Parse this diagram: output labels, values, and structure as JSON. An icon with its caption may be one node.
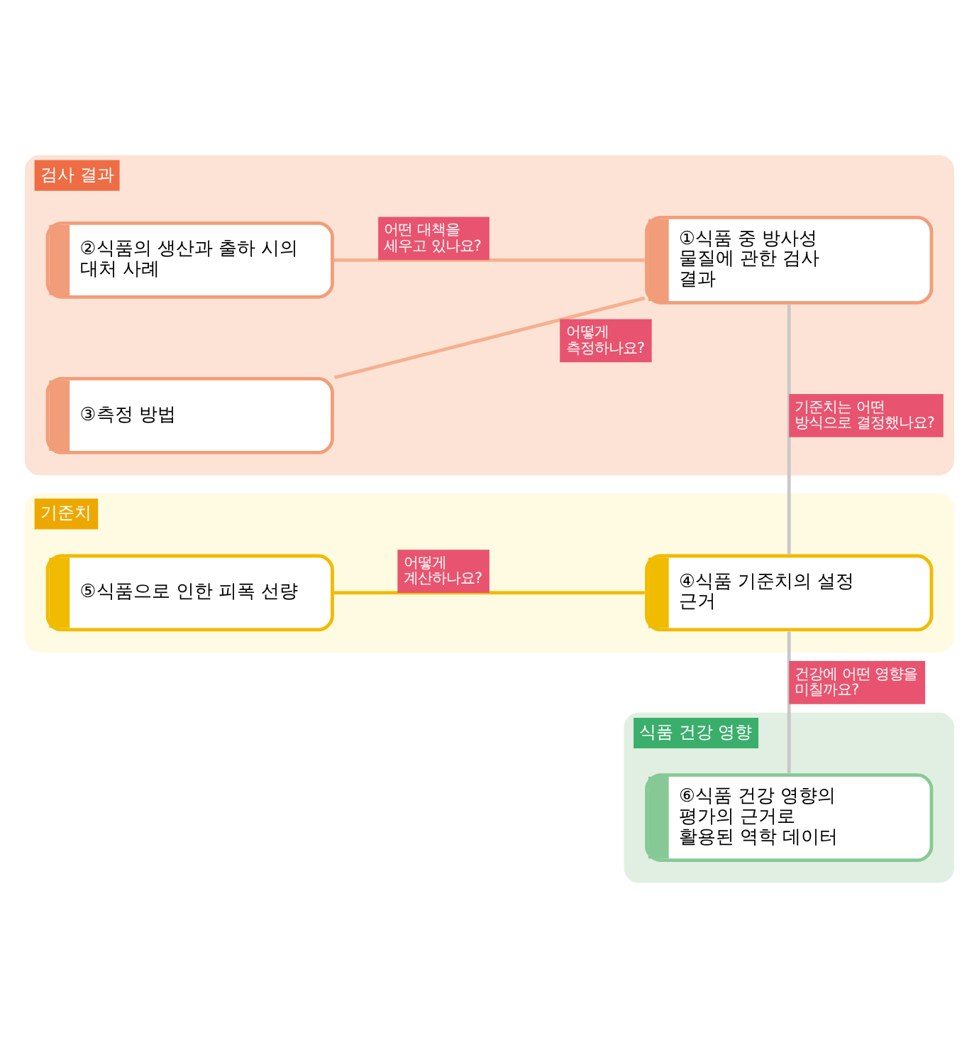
{
  "diagram": {
    "nodes": [
      {
        "text": [
          "검사 결과"
        ]
      },
      {
        "text": [
          "①식품 중 방사성 물질에 관한 검사 결과"
        ],
        "in": 0
      },
      {
        "text": [
          "②식품의 생산과 출하 시의 대처 사례"
        ],
        "in": 0
      },
      {
        "text": [
          "③측정 방법"
        ],
        "in": 0
      },
      {
        "text": [
          "기준치"
        ]
      },
      {
        "text": [
          "④식품 기준치의 설정 근거"
        ],
        "in": 4
      },
      {
        "text": [
          "⑤식품으로 인한 피폭 선량"
        ],
        "in": 4
      },
      {
        "text": [
          "식품 건강 영향"
        ]
      },
      {
        "text": [
          "⑥식품 건강 영향의 평가의 근거로 활용된 역학 데이터"
        ],
        "in": 7
      }
    ],
    "edges": [
      {
        "from": 1,
        "to": 2,
        "arrow": "none",
        "label": "어떤 대책을 세우고 있나요?",
        "color": "#f5b08f"
      },
      {
        "from": 1,
        "to": 5,
        "arrow": "none",
        "label": "기준치는 어떤 방식으로 결정했나요?",
        "color": "#c8c8c8"
      },
      {
        "from": 1,
        "to": 3,
        "arrow": "none",
        "label": "어떻게 측정하나요?",
        "color": "#f5b08f"
      },
      {
        "from": 5,
        "to": 6,
        "arrow": "none",
        "label": "어떻게 계산하나요?",
        "color": "#f0bb00"
      },
      {
        "from": 5,
        "to": 8,
        "arrow": "none",
        "label": "건강에 어떤 영향을 미칠까요?",
        "color": "#c8c8c8"
      }
    ]
  }
}
